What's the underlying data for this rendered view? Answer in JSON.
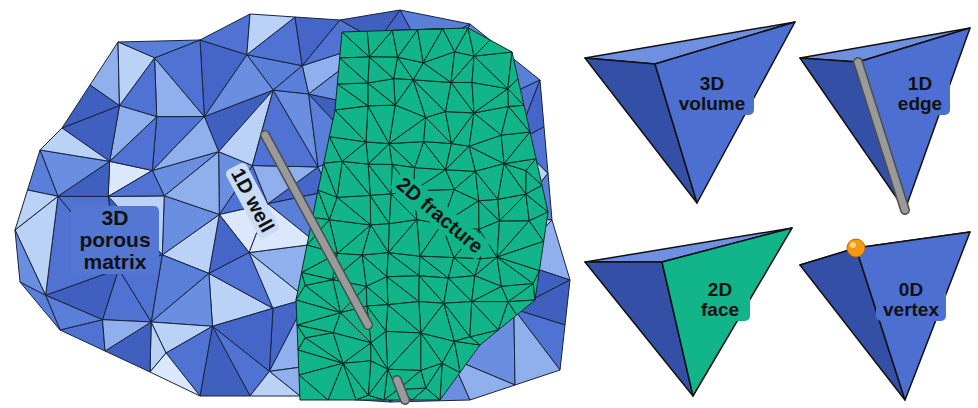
{
  "diagram": {
    "labels": [
      "3D porous matrix",
      "1D well",
      "2D fracture",
      "3D volume",
      "1D edge",
      "2D face",
      "0D vertex"
    ]
  }
}
